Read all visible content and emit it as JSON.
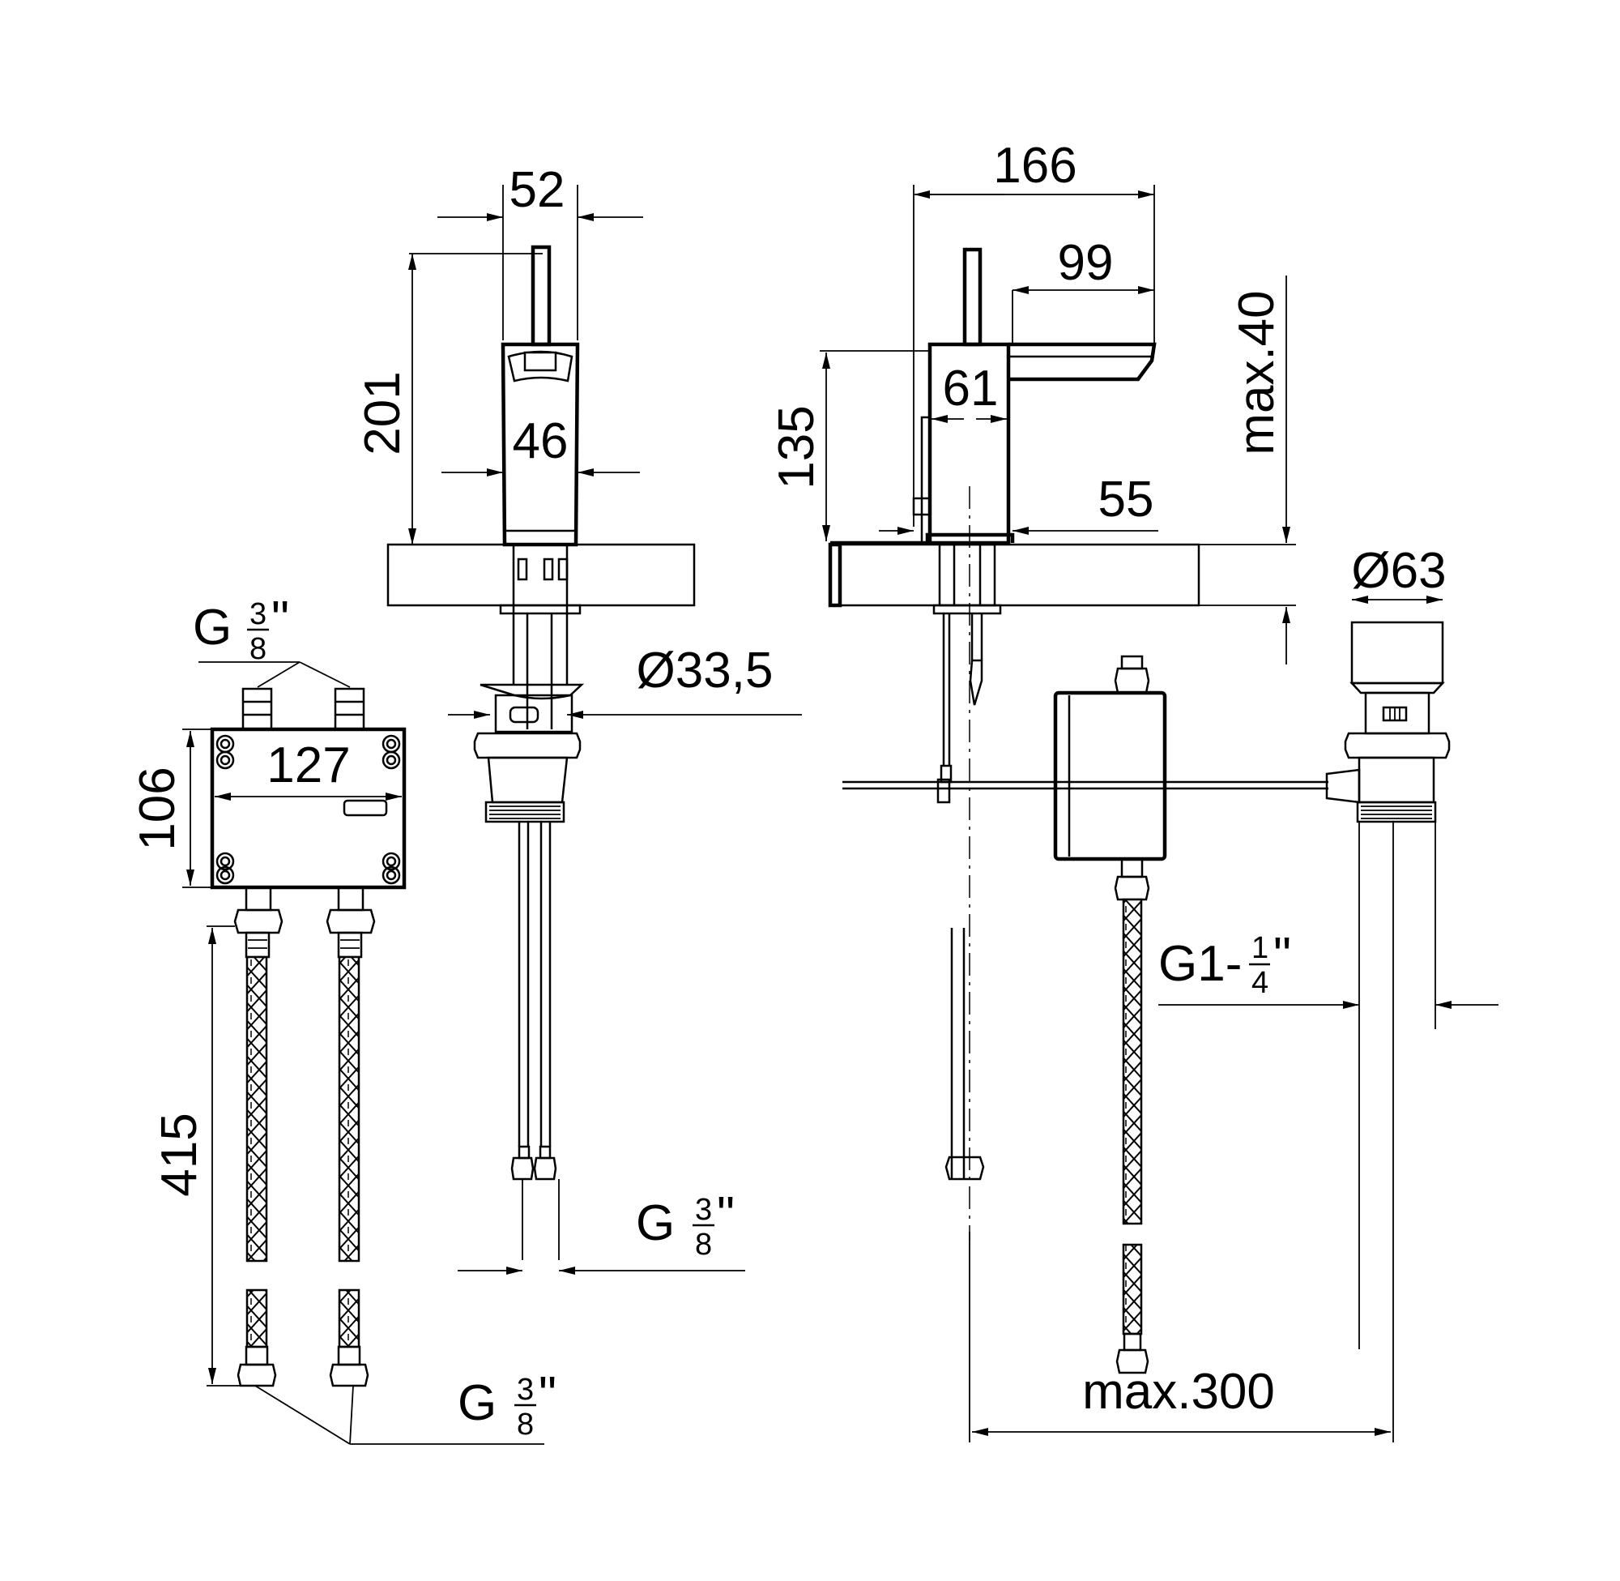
{
  "drawing": {
    "dims": {
      "d52": "52",
      "d201": "201",
      "d46": "46",
      "d33_5": "Ø33,5",
      "d166": "166",
      "d99": "99",
      "d61": "61",
      "d135": "135",
      "d55": "55",
      "dmax40": "max.40",
      "d63": "Ø63",
      "d127": "127",
      "d106": "106",
      "d415": "415",
      "dmax300": "max.300"
    },
    "threads": {
      "g": "G",
      "g1": "G1-",
      "three": "3",
      "eight": "8",
      "one": "1",
      "four": "4",
      "inch": "\""
    },
    "colors": {
      "ink": "#000000",
      "paper": "#ffffff"
    },
    "icons": {
      "hose": "braided-hose-icon",
      "nut": "hex-nut-icon",
      "arrow": "dimension-arrow-icon"
    }
  }
}
